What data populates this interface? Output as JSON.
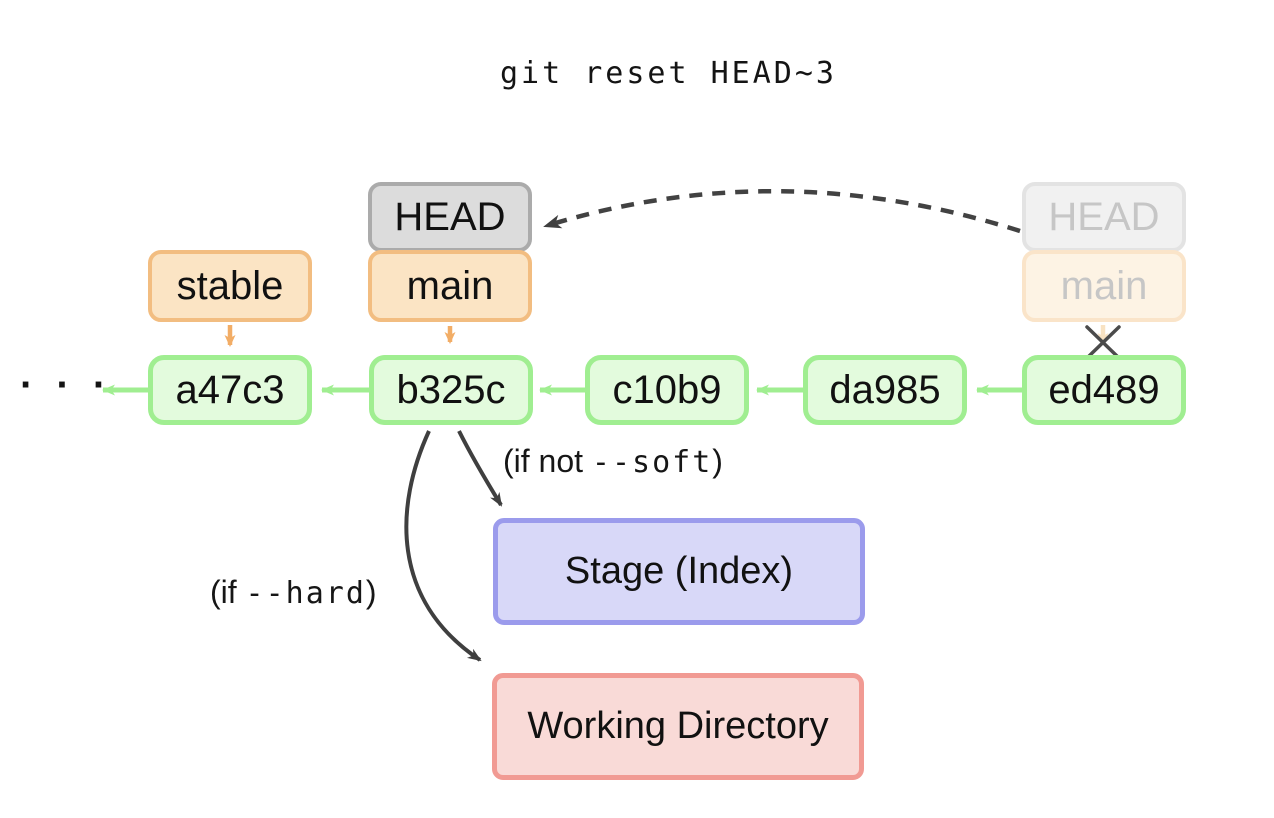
{
  "title": "git reset HEAD~3",
  "ellipsis": "· · ·",
  "branches": {
    "head": "HEAD",
    "main": "main",
    "stable": "stable"
  },
  "old_state": {
    "head": "HEAD",
    "main": "main"
  },
  "commits": [
    {
      "id": "a47c3"
    },
    {
      "id": "b325c"
    },
    {
      "id": "c10b9"
    },
    {
      "id": "da985"
    },
    {
      "id": "ed489"
    }
  ],
  "annotations": {
    "if_not_soft": {
      "prefix": "(if not ",
      "code": "--soft",
      "suffix": ")"
    },
    "if_hard": {
      "prefix": "(if ",
      "code": "--hard",
      "suffix": ")"
    }
  },
  "areas": {
    "stage": "Stage (Index)",
    "working_directory": "Working Directory"
  },
  "colors": {
    "commit_fill": "#e3fbdd",
    "commit_border": "#a0ee91",
    "commit_arrow": "#a0ee91",
    "branch_fill": "#fbe4c4",
    "branch_border": "#f2bd81",
    "branch_arrow": "#f2ad66",
    "head_fill": "#dcdcdc",
    "head_border": "#ababab",
    "faded_head_fill": "#f1f1f1",
    "faded_head_border": "#e3e3e3",
    "faded_main_fill": "#fdf3e4",
    "faded_main_border": "#fae4c9",
    "faded_arrow": "#f8e2c2",
    "faded_text": "#c6c6c6",
    "stage_fill": "#d8d8f8",
    "stage_border": "#9b9bec",
    "working_fill": "#f9dad7",
    "working_border": "#f19a93",
    "dark_arrow": "#3f3f3f",
    "text": "#111111"
  }
}
